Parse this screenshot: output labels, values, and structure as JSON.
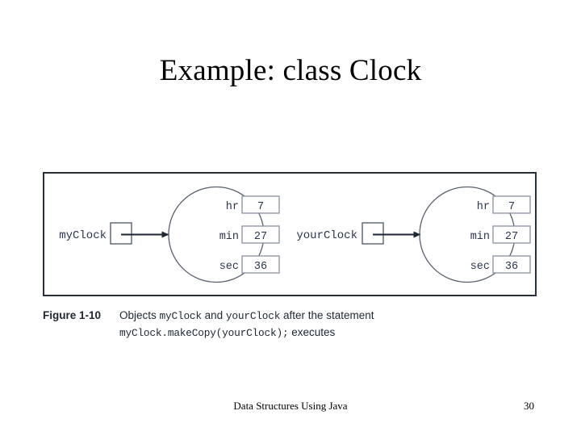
{
  "slide": {
    "title": "Example: class Clock",
    "page_number": "30",
    "footer": "Data Structures Using Java"
  },
  "figure": {
    "border_color": "#26303d",
    "ink_color": "#2a3550",
    "field_border_color": "#8890a0",
    "objects": [
      {
        "variable_label": "myClock",
        "fields": [
          {
            "name": "hr",
            "value": "7"
          },
          {
            "name": "min",
            "value": "27"
          },
          {
            "name": "sec",
            "value": "36"
          }
        ]
      },
      {
        "variable_label": "yourClock",
        "fields": [
          {
            "name": "hr",
            "value": "7"
          },
          {
            "name": "min",
            "value": "27"
          },
          {
            "name": "sec",
            "value": "36"
          }
        ]
      }
    ]
  },
  "caption": {
    "label": "Figure 1-10",
    "line1_pre": "Objects ",
    "line1_code1": "myClock",
    "line1_mid": " and ",
    "line1_code2": "yourClock",
    "line1_post": " after the statement",
    "line2_code": "myClock.makeCopy(yourClock);",
    "line2_post": " executes"
  }
}
